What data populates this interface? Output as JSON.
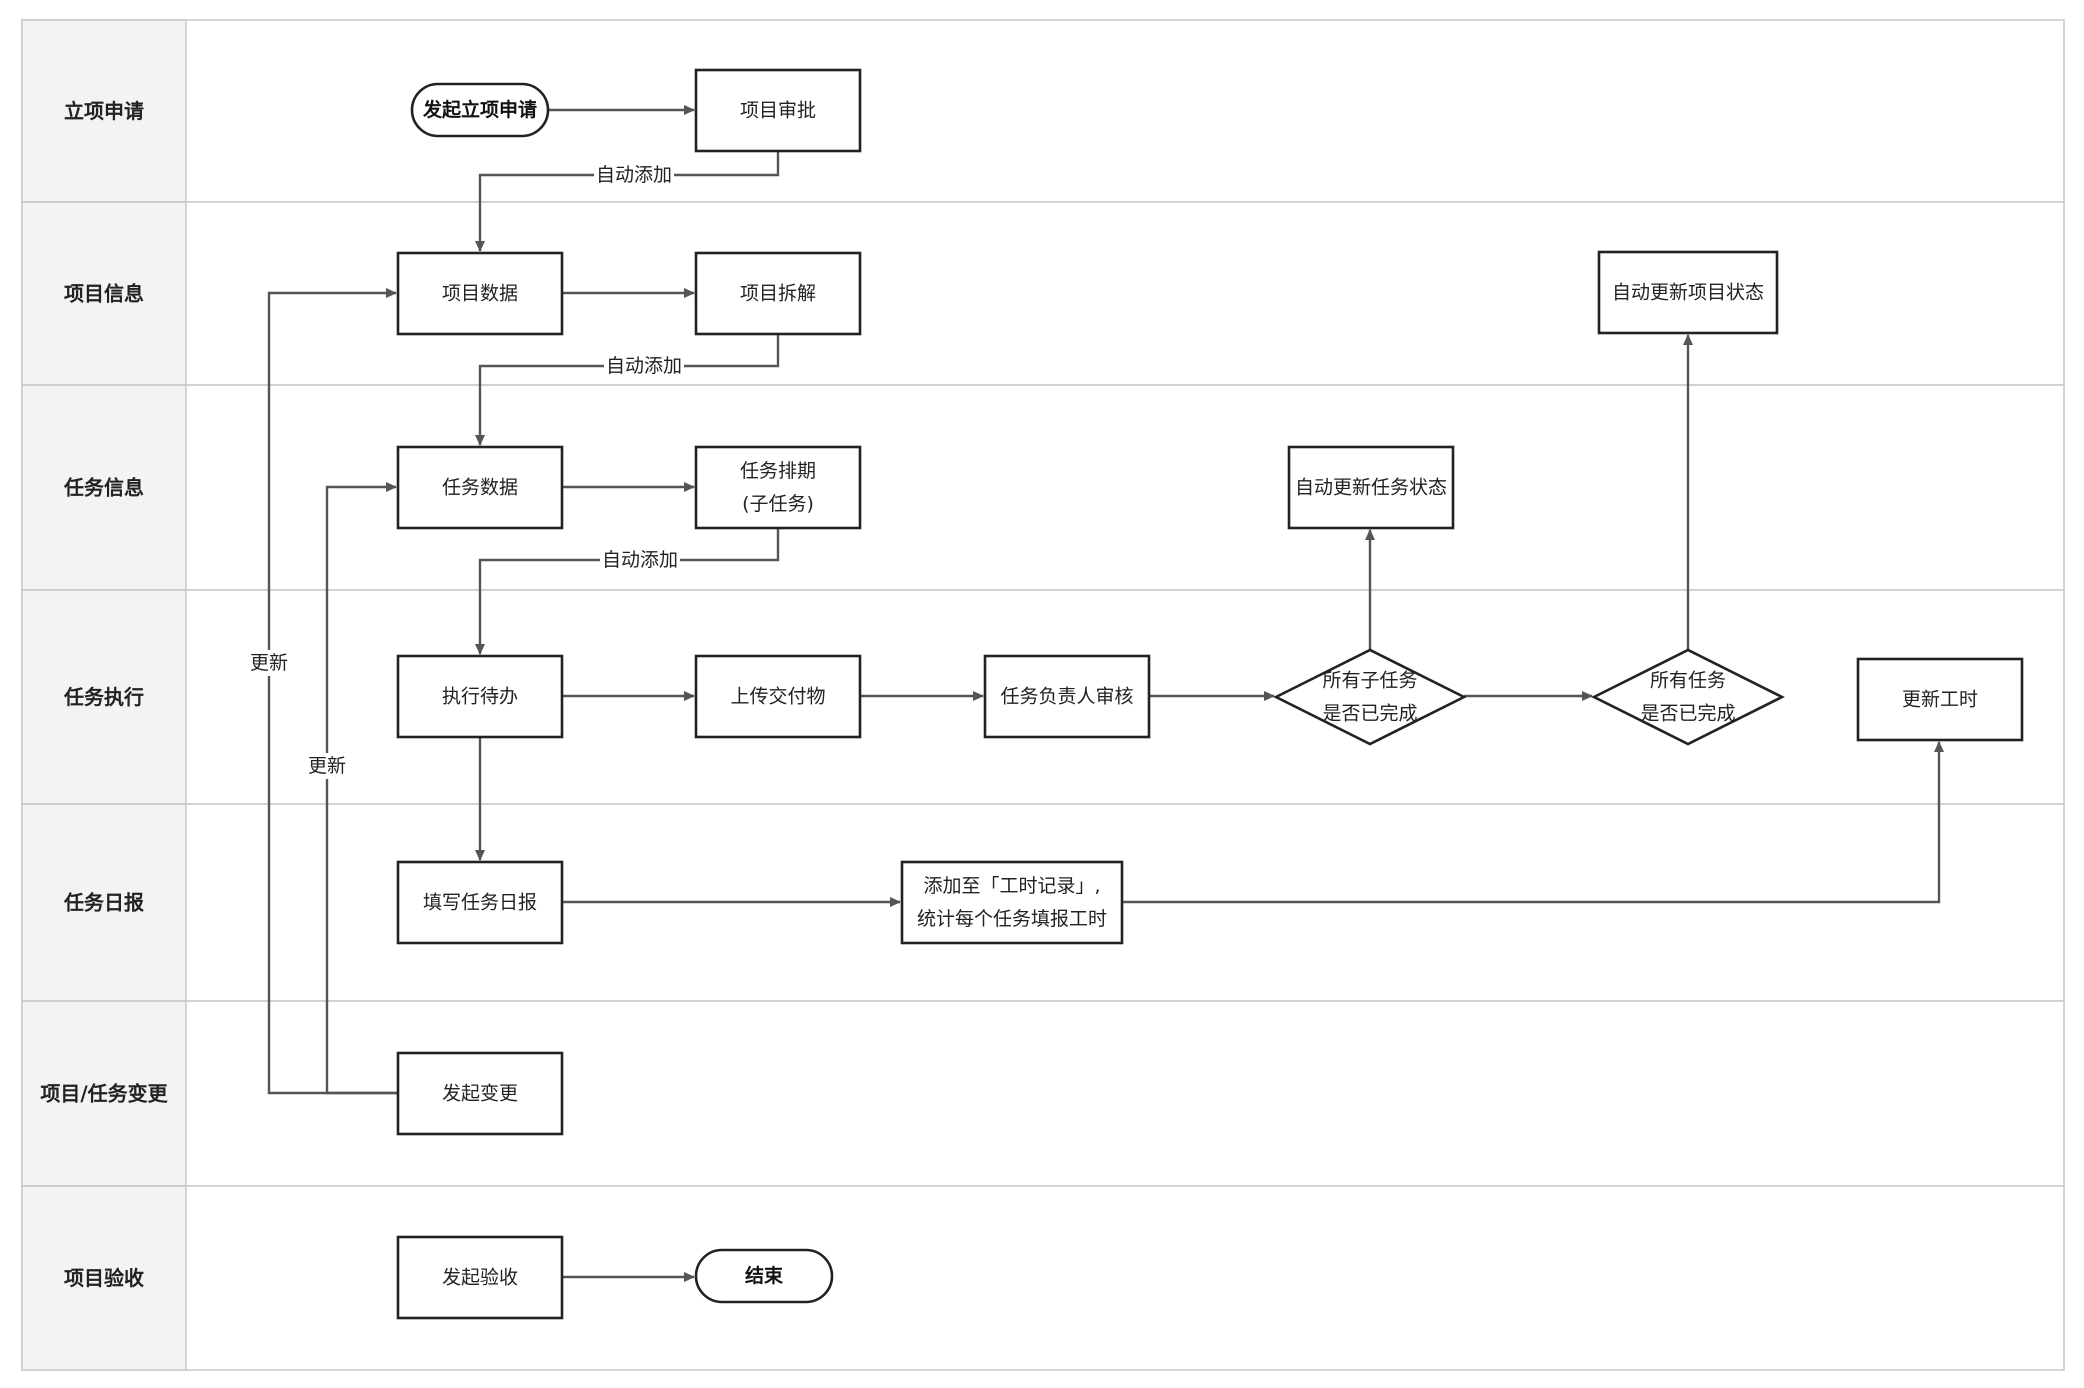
{
  "lanes": [
    {
      "id": "lane-project-apply",
      "label": "立项申请"
    },
    {
      "id": "lane-project-info",
      "label": "项目信息"
    },
    {
      "id": "lane-task-info",
      "label": "任务信息"
    },
    {
      "id": "lane-task-exec",
      "label": "任务执行"
    },
    {
      "id": "lane-task-daily",
      "label": "任务日报"
    },
    {
      "id": "lane-change",
      "label": "项目/任务变更"
    },
    {
      "id": "lane-acceptance",
      "label": "项目验收"
    }
  ],
  "nodes": [
    {
      "id": "start-apply",
      "type": "terminal",
      "lines": [
        "发起立项申请"
      ]
    },
    {
      "id": "project-approval",
      "type": "process",
      "lines": [
        "项目审批"
      ]
    },
    {
      "id": "project-data",
      "type": "process",
      "lines": [
        "项目数据"
      ]
    },
    {
      "id": "project-breakdown",
      "type": "process",
      "lines": [
        "项目拆解"
      ]
    },
    {
      "id": "auto-update-project-status",
      "type": "process",
      "lines": [
        "自动更新项目状态"
      ]
    },
    {
      "id": "task-data",
      "type": "process",
      "lines": [
        "任务数据"
      ]
    },
    {
      "id": "task-schedule",
      "type": "process",
      "lines": [
        "任务排期",
        "(子任务)"
      ]
    },
    {
      "id": "auto-update-task-status",
      "type": "process",
      "lines": [
        "自动更新任务状态"
      ]
    },
    {
      "id": "exec-todo",
      "type": "process",
      "lines": [
        "执行待办"
      ]
    },
    {
      "id": "upload-deliverable",
      "type": "process",
      "lines": [
        "上传交付物"
      ]
    },
    {
      "id": "owner-review",
      "type": "process",
      "lines": [
        "任务负责人审核"
      ]
    },
    {
      "id": "all-subtasks-done",
      "type": "decision",
      "lines": [
        "所有子任务",
        "是否已完成"
      ]
    },
    {
      "id": "all-tasks-done",
      "type": "decision",
      "lines": [
        "所有任务",
        "是否已完成"
      ]
    },
    {
      "id": "update-hours",
      "type": "process",
      "lines": [
        "更新工时"
      ]
    },
    {
      "id": "fill-daily-report",
      "type": "process",
      "lines": [
        "填写任务日报"
      ]
    },
    {
      "id": "add-to-hours",
      "type": "process",
      "lines": [
        "添加至「工时记录」,",
        "统计每个任务填报工时"
      ]
    },
    {
      "id": "initiate-change",
      "type": "process",
      "lines": [
        "发起变更"
      ]
    },
    {
      "id": "initiate-acceptance",
      "type": "process",
      "lines": [
        "发起验收"
      ]
    },
    {
      "id": "end",
      "type": "terminal",
      "lines": [
        "结束"
      ]
    }
  ],
  "edges": [
    {
      "id": "e1",
      "from": "start-apply",
      "to": "project-approval",
      "label": ""
    },
    {
      "id": "e2",
      "from": "project-approval",
      "to": "project-data",
      "label": "自动添加"
    },
    {
      "id": "e3",
      "from": "project-data",
      "to": "project-breakdown",
      "label": ""
    },
    {
      "id": "e4",
      "from": "project-breakdown",
      "to": "task-data",
      "label": "自动添加"
    },
    {
      "id": "e5",
      "from": "task-data",
      "to": "task-schedule",
      "label": ""
    },
    {
      "id": "e6",
      "from": "task-schedule",
      "to": "exec-todo",
      "label": "自动添加"
    },
    {
      "id": "e7",
      "from": "exec-todo",
      "to": "upload-deliverable",
      "label": ""
    },
    {
      "id": "e8",
      "from": "upload-deliverable",
      "to": "owner-review",
      "label": ""
    },
    {
      "id": "e9",
      "from": "owner-review",
      "to": "all-subtasks-done",
      "label": ""
    },
    {
      "id": "e10",
      "from": "all-subtasks-done",
      "to": "all-tasks-done",
      "label": ""
    },
    {
      "id": "e11",
      "from": "all-subtasks-done",
      "to": "auto-update-task-status",
      "label": ""
    },
    {
      "id": "e12",
      "from": "all-tasks-done",
      "to": "auto-update-project-status",
      "label": ""
    },
    {
      "id": "e13",
      "from": "exec-todo",
      "to": "fill-daily-report",
      "label": ""
    },
    {
      "id": "e14",
      "from": "fill-daily-report",
      "to": "add-to-hours",
      "label": ""
    },
    {
      "id": "e15",
      "from": "add-to-hours",
      "to": "update-hours",
      "label": ""
    },
    {
      "id": "e16",
      "from": "initiate-change",
      "to": "project-data",
      "label": "更新"
    },
    {
      "id": "e17",
      "from": "initiate-change",
      "to": "task-data",
      "label": "更新"
    },
    {
      "id": "e18",
      "from": "initiate-acceptance",
      "to": "end",
      "label": ""
    }
  ]
}
